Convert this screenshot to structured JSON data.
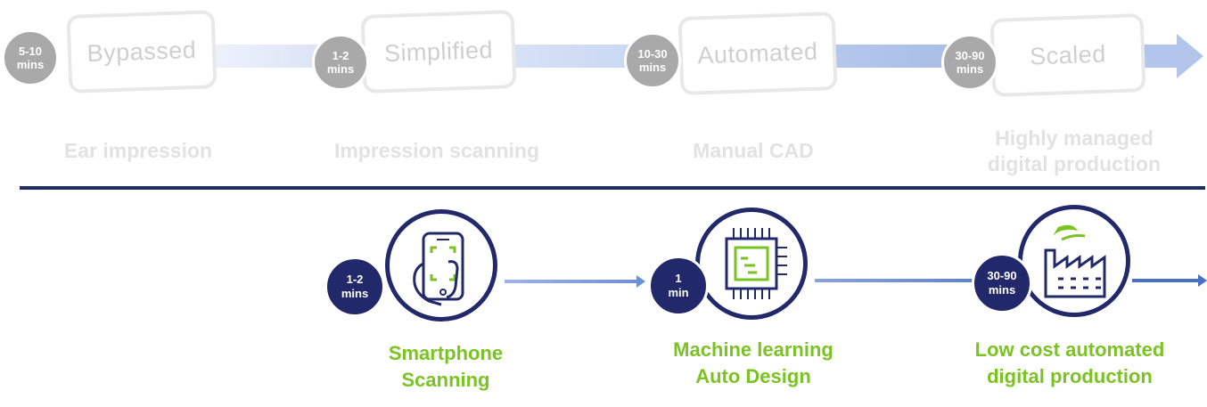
{
  "old_process": {
    "steps": [
      {
        "time_top": "5-10",
        "time_bottom": "mins",
        "card": "Bypassed",
        "label_lines": [
          "Ear impression",
          ""
        ]
      },
      {
        "time_top": "1-2",
        "time_bottom": "mins",
        "card": "Simplified",
        "label_lines": [
          "Impression scanning",
          ""
        ]
      },
      {
        "time_top": "10-30",
        "time_bottom": "mins",
        "card": "Automated",
        "label_lines": [
          "Manual CAD",
          ""
        ]
      },
      {
        "time_top": "30-90",
        "time_bottom": "mins",
        "card": "Scaled",
        "label_lines": [
          "Highly managed",
          "digital production"
        ]
      }
    ]
  },
  "new_process": {
    "steps": [
      {
        "time_top": "1-2",
        "time_bottom": "mins",
        "icon": "smartphone-scan-icon",
        "label_lines": [
          "Smartphone",
          "Scanning"
        ]
      },
      {
        "time_top": "1",
        "time_bottom": "min",
        "icon": "chip-icon",
        "label_lines": [
          "Machine learning",
          "Auto Design"
        ]
      },
      {
        "time_top": "30-90",
        "time_bottom": "mins",
        "icon": "factory-icon",
        "label_lines": [
          "Low cost automated",
          "digital production"
        ]
      }
    ]
  },
  "colors": {
    "navy": "#22296b",
    "green": "#7bc323",
    "grey_badge": "#a9a9a9",
    "arrow_light": "#dfe6f6",
    "arrow_dark": "#a9bde6"
  }
}
